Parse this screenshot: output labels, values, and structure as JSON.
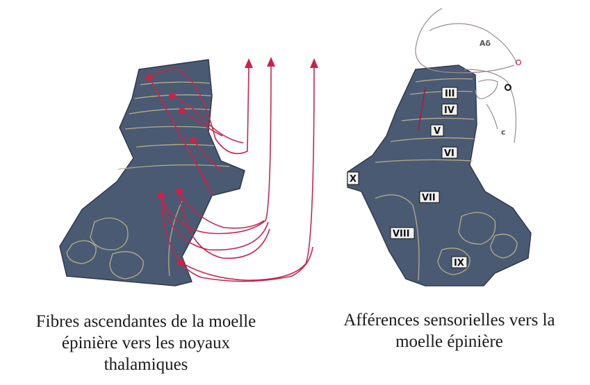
{
  "colors": {
    "spinal_tissue": "#4a5a72",
    "lamina_lines": "#b5ad8a",
    "ascending_fibres": "#c8244a",
    "afferent_fibres": "#9a8a96",
    "text": "#1a1a1a"
  },
  "left_panel": {
    "caption": [
      "Fibres ascendantes de la moelle",
      "épinière vers les noyaux",
      "thalamiques"
    ]
  },
  "right_panel": {
    "caption": [
      "Afférences sensorielles vers la",
      "moelle épinière"
    ],
    "lamina_labels": {
      "iii": "III",
      "iv": "IV",
      "v": "V",
      "vi": "VI",
      "vii": "VII",
      "viii": "VIII",
      "ix": "IX",
      "x": "X"
    },
    "fibre_labels": {
      "a_delta": "Aδ",
      "c": "c"
    }
  }
}
